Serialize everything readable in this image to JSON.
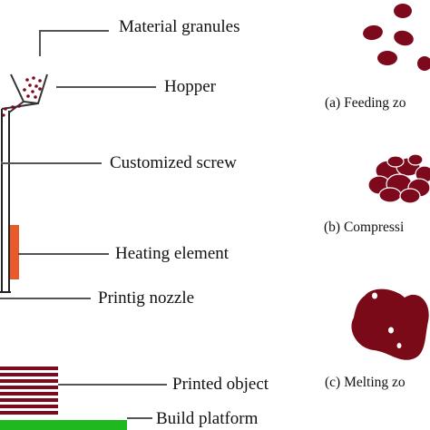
{
  "diagram": {
    "labels": {
      "material_granules": "Material granules",
      "hopper": "Hopper",
      "customized_screw": "Customized screw",
      "heating_element": "Heating element",
      "printing_nozzle": "Printig nozzle",
      "printed_object": "Printed object",
      "build_platform": "Build platform"
    },
    "zones": {
      "feeding": "(a) Feeding zo",
      "compression": "(b) Compressi",
      "melting": "(c) Melting zo"
    },
    "colors": {
      "granule": "#7d0a1c",
      "melt": "#7a0a17",
      "heater": "#e85a2a",
      "platform": "#1fb81f",
      "line": "#555555",
      "frame": "#222222"
    }
  }
}
